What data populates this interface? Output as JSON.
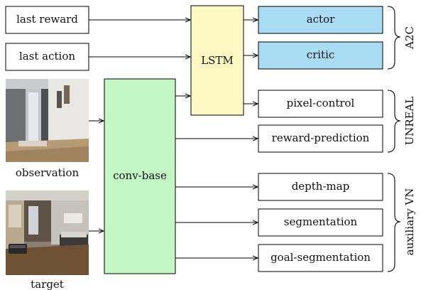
{
  "inputs": {
    "last_reward": "last reward",
    "last_action": "last action",
    "observation_caption": "observation",
    "target_caption": "target"
  },
  "modules": {
    "lstm": "LSTM",
    "conv_base": "conv-base"
  },
  "heads": {
    "actor": "actor",
    "critic": "critic",
    "pixel_control": "pixel-control",
    "reward_prediction": "reward-prediction",
    "depth_map": "depth-map",
    "segmentation": "segmentation",
    "goal_segmentation": "goal-segmentation"
  },
  "groups": {
    "a2c": "A2C",
    "unreal": "UNREAL",
    "auxiliary_vn": "auxiliary VN"
  },
  "colors": {
    "lstm_fill": "#fbf8c3",
    "conv_fill": "#c2f6c2",
    "a2c_fill": "#a9dcf3",
    "default_fill": "#ffffff"
  }
}
